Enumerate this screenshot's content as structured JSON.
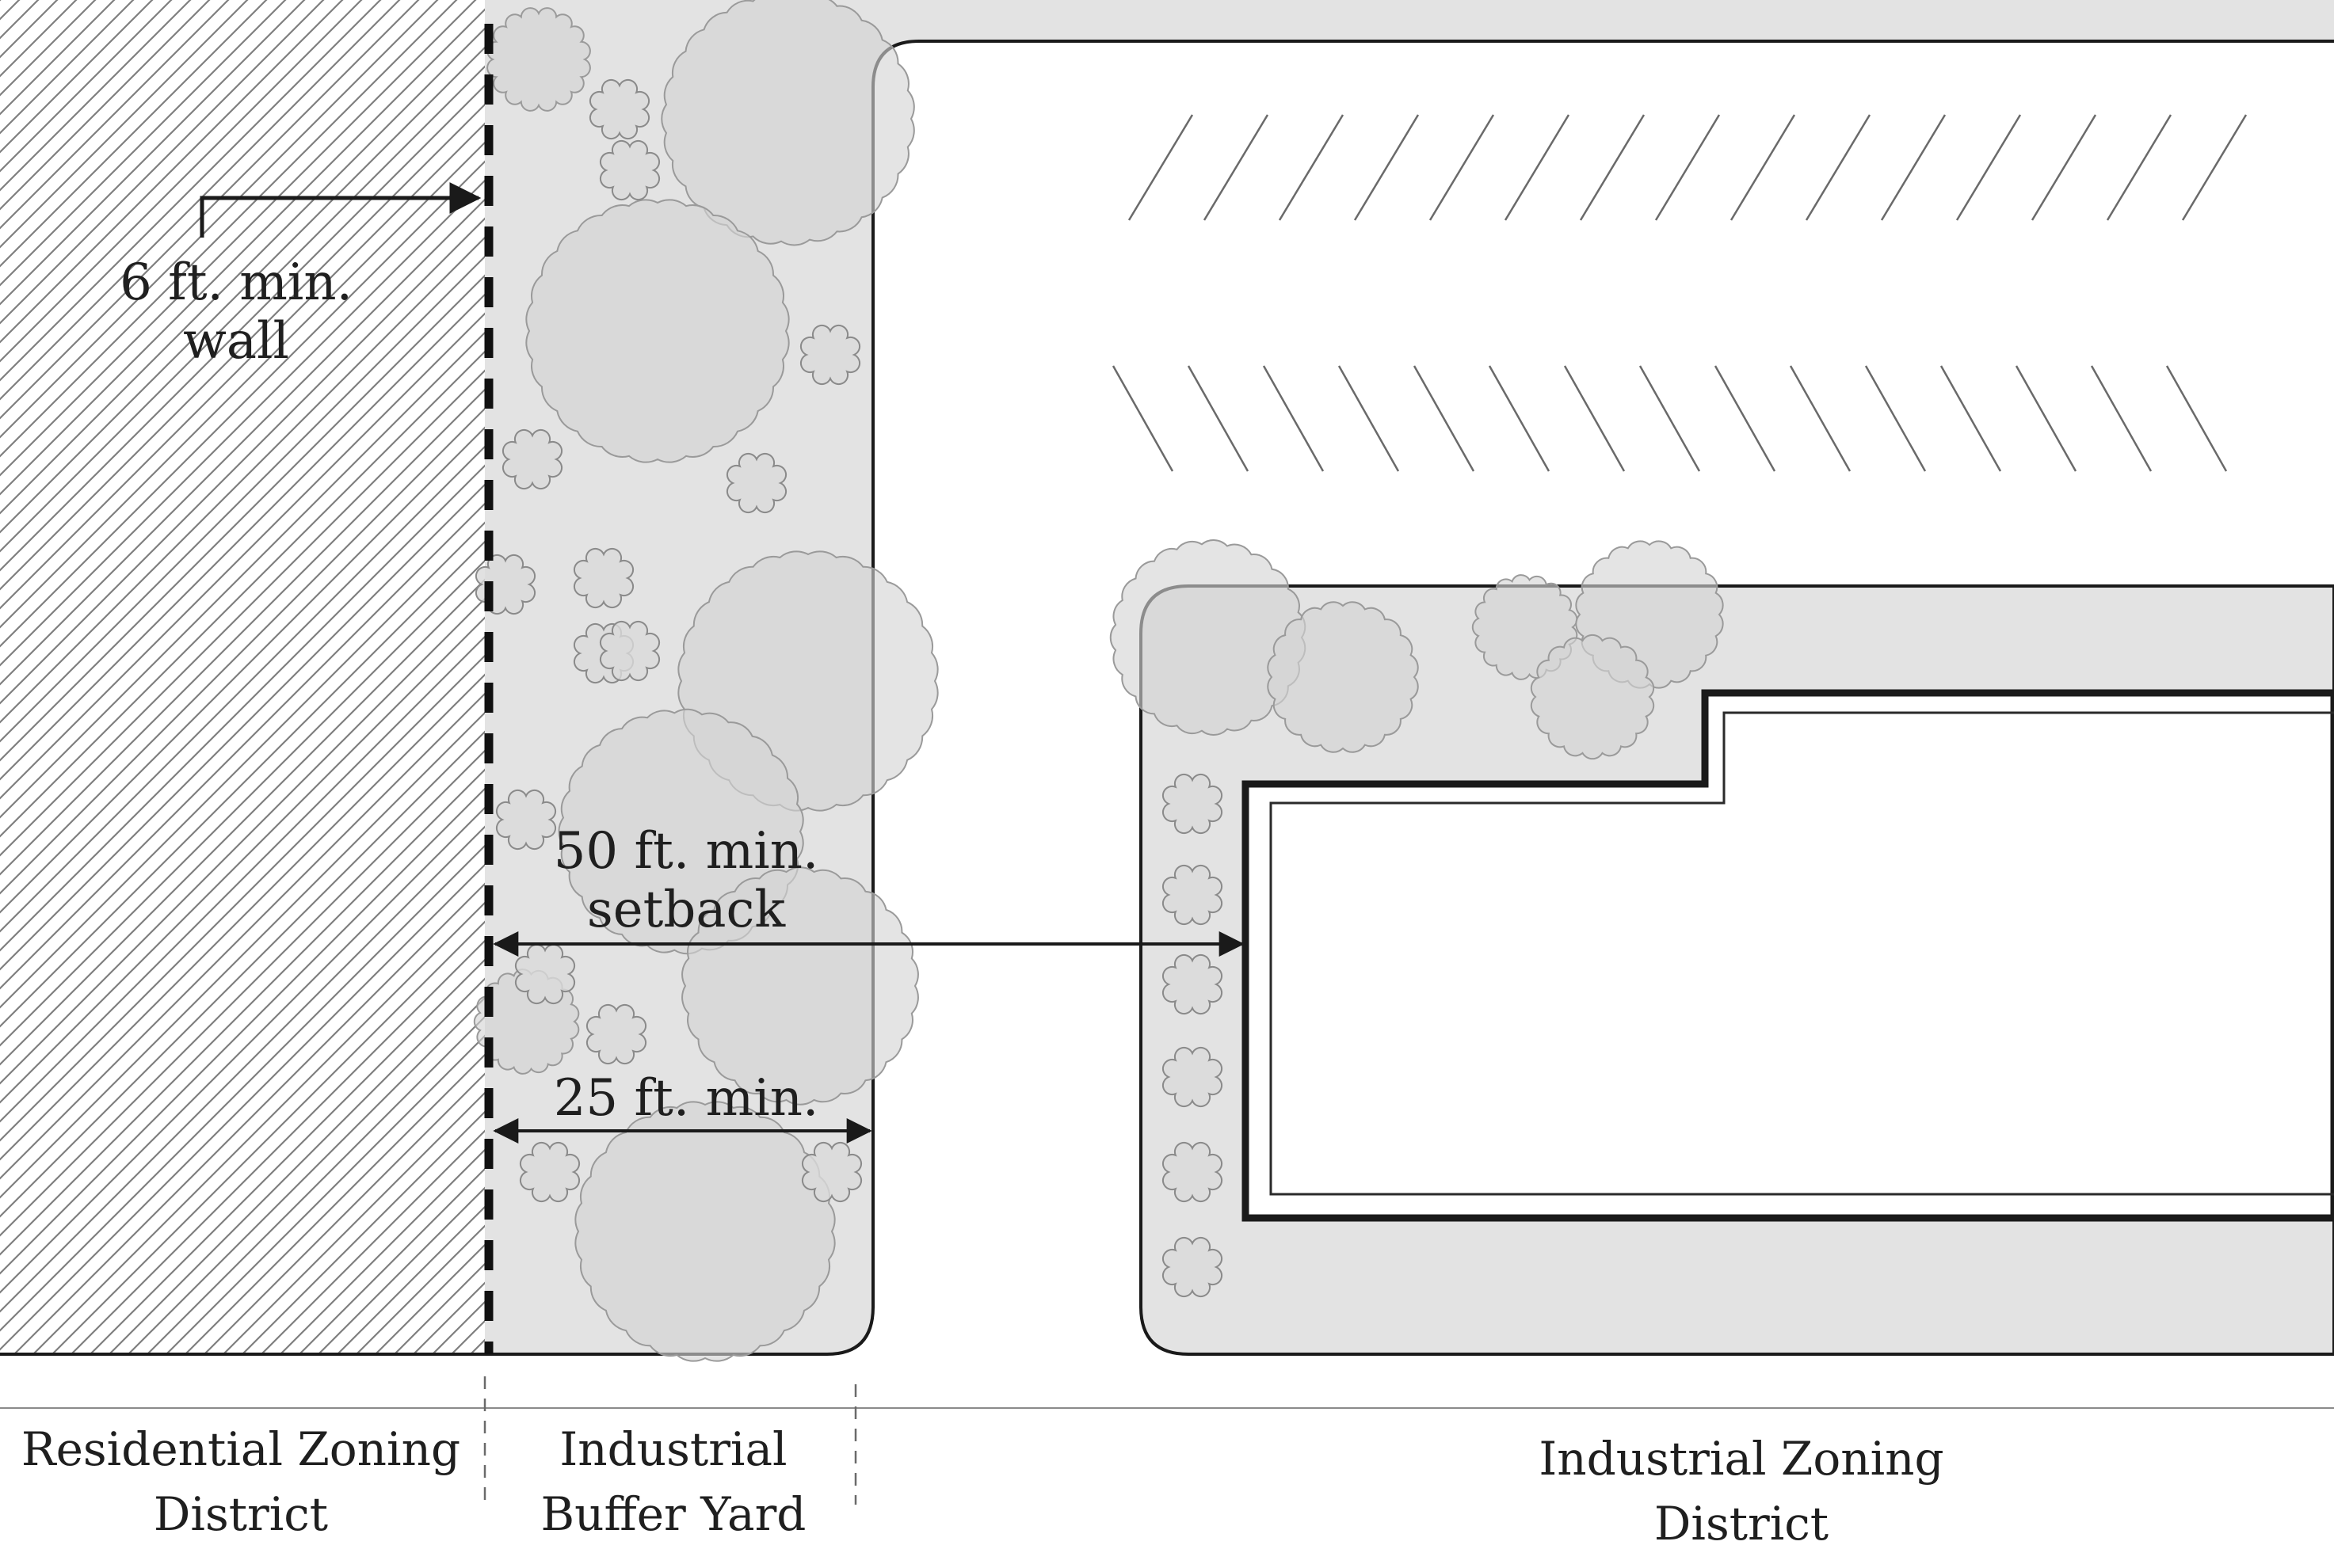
{
  "labels": {
    "wall": [
      "6 ft. min.",
      "wall"
    ],
    "setback": [
      "50 ft. min.",
      "setback"
    ],
    "buffer_width": "25 ft. min.",
    "residential_district": [
      "Residential Zoning",
      "District"
    ],
    "buffer_yard": [
      "Industrial",
      "Buffer Yard"
    ],
    "industrial_district": [
      "Industrial Zoning",
      "District"
    ]
  },
  "colors": {
    "residential_hatch": "#7f7f7f",
    "buffer_fill": "#e3e3e3",
    "tree_fill": "#d4d4d4",
    "outline": "#1a1a1a"
  }
}
